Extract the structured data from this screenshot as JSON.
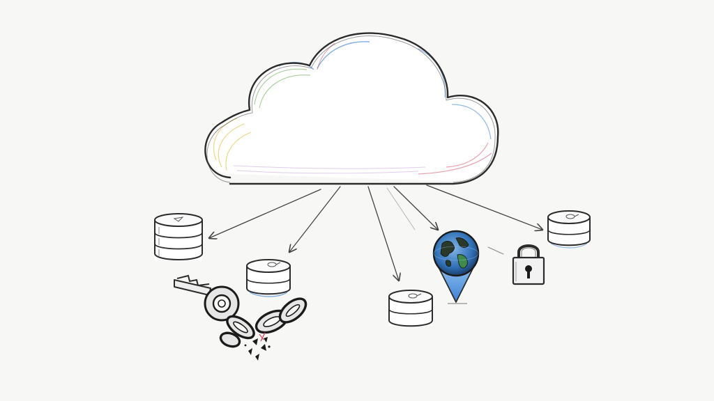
{
  "diagram": {
    "palette": {
      "background": "#f7f7f5",
      "ink": "#2b2b2b",
      "accent_blue": "#4a90d9",
      "accent_yellow": "#e8c35a",
      "accent_red": "#d9536b",
      "accent_green": "#79b86a",
      "pin_blue": "#3b7fd4"
    },
    "nodes": [
      {
        "id": "cloud",
        "kind": "cloud"
      },
      {
        "id": "db-left-stack",
        "kind": "database"
      },
      {
        "id": "db-middle-left",
        "kind": "database"
      },
      {
        "id": "db-center",
        "kind": "database"
      },
      {
        "id": "location-pin",
        "kind": "globe-pin"
      },
      {
        "id": "padlock",
        "kind": "lock"
      },
      {
        "id": "db-right",
        "kind": "database"
      },
      {
        "id": "key-broken-chain",
        "kind": "key-and-broken-chain"
      }
    ],
    "connections": [
      {
        "from": "cloud",
        "to": "db-left-stack"
      },
      {
        "from": "cloud",
        "to": "db-middle-left"
      },
      {
        "from": "cloud",
        "to": "db-center"
      },
      {
        "from": "cloud",
        "to": "location-pin"
      },
      {
        "from": "cloud",
        "to": "db-right"
      }
    ]
  }
}
